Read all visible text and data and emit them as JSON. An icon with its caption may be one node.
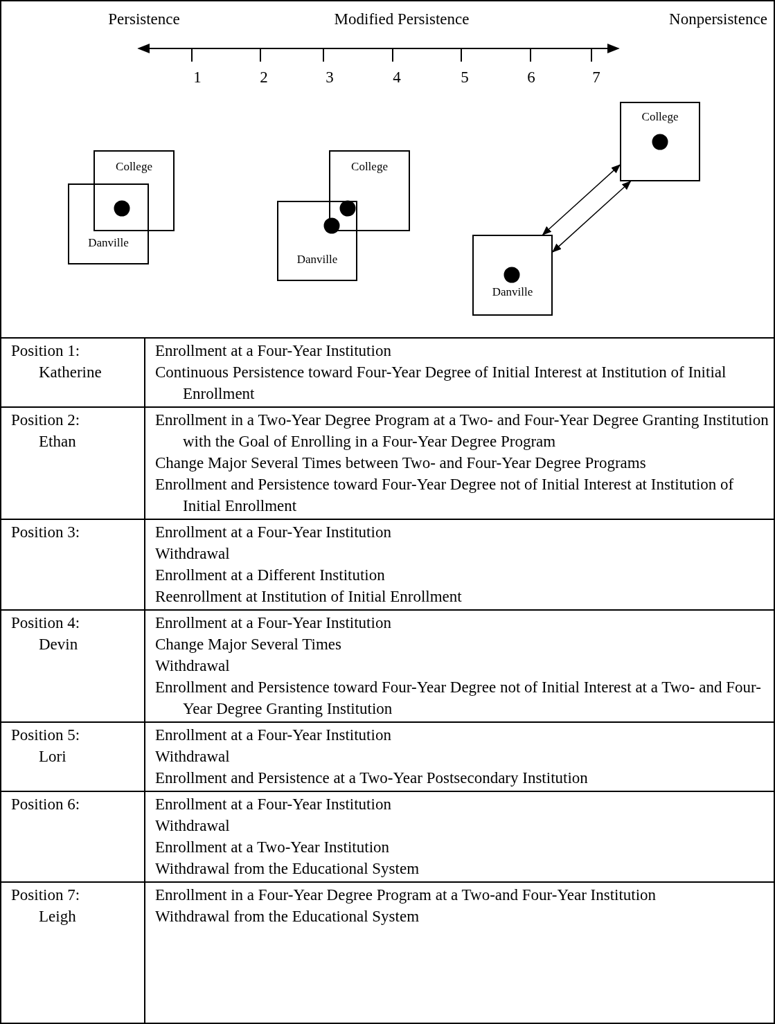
{
  "diagram": {
    "nodes": [
      {
        "text": [
          "College"
        ]
      },
      {
        "text": [
          "Danville"
        ]
      },
      {
        "text": [
          "College"
        ]
      },
      {
        "text": [
          "Danville"
        ]
      },
      {
        "text": [
          "College"
        ]
      },
      {
        "text": [
          "Danville"
        ]
      },
      {
        "text": [
          "Position 1:",
          "Katherine"
        ]
      },
      {
        "text": [
          "Enrollment at a Four-Year Institution",
          "Continuous Persistence toward Four-Year Degree of Initial Interest at Institution of Initial Enrollment"
        ]
      },
      {
        "text": [
          "Position 2:",
          "Ethan"
        ]
      },
      {
        "text": [
          "Enrollment in a Two-Year Degree Program at a Two- and Four-Year Degree Granting Institution with the Goal of Enrolling in a Four-Year Degree Program",
          "Change Major Several Times between Two- and Four-Year Degree Programs",
          "Enrollment and Persistence toward Four-Year Degree not of Initial Interest at Institution of Initial Enrollment"
        ]
      },
      {
        "text": [
          "Position 3:"
        ]
      },
      {
        "text": [
          "Enrollment at a Four-Year Institution",
          "Withdrawal",
          "Enrollment at a Different Institution",
          "Reenrollment at Institution of Initial Enrollment"
        ]
      },
      {
        "text": [
          "Position 4:",
          "Devin"
        ]
      },
      {
        "text": [
          "Enrollment at a Four-Year Institution",
          "Change Major Several Times",
          "Withdrawal",
          "Enrollment and Persistence toward Four-Year Degree not of Initial Interest at a Two- and Four-Year Degree Granting Institution"
        ]
      },
      {
        "text": [
          "Position 5:",
          "Lori"
        ]
      },
      {
        "text": [
          "Enrollment at a Four-Year Institution",
          "Withdrawal",
          "Enrollment and Persistence at a Two-Year Postsecondary Institution"
        ]
      },
      {
        "text": [
          "Position 6:"
        ]
      },
      {
        "text": [
          "Enrollment at a Four-Year Institution",
          "Withdrawal",
          "Enrollment at a Two-Year Institution",
          "Withdrawal from the Educational System"
        ]
      },
      {
        "text": [
          "Position 7:",
          "Leigh"
        ]
      },
      {
        "text": [
          "Enrollment in a Four-Year Degree Program at a Two-and Four-Year Institution",
          "Withdrawal from the Educational System"
        ]
      }
    ],
    "edges": [
      {
        "from": 5,
        "to": 4,
        "arrow": "both"
      },
      {
        "from": 5,
        "to": 4,
        "arrow": "both"
      }
    ],
    "labels": [
      "Persistence",
      "Modified Persistence",
      "Nonpersistence",
      "1",
      "2",
      "3",
      "4",
      "5",
      "6",
      "7"
    ]
  }
}
